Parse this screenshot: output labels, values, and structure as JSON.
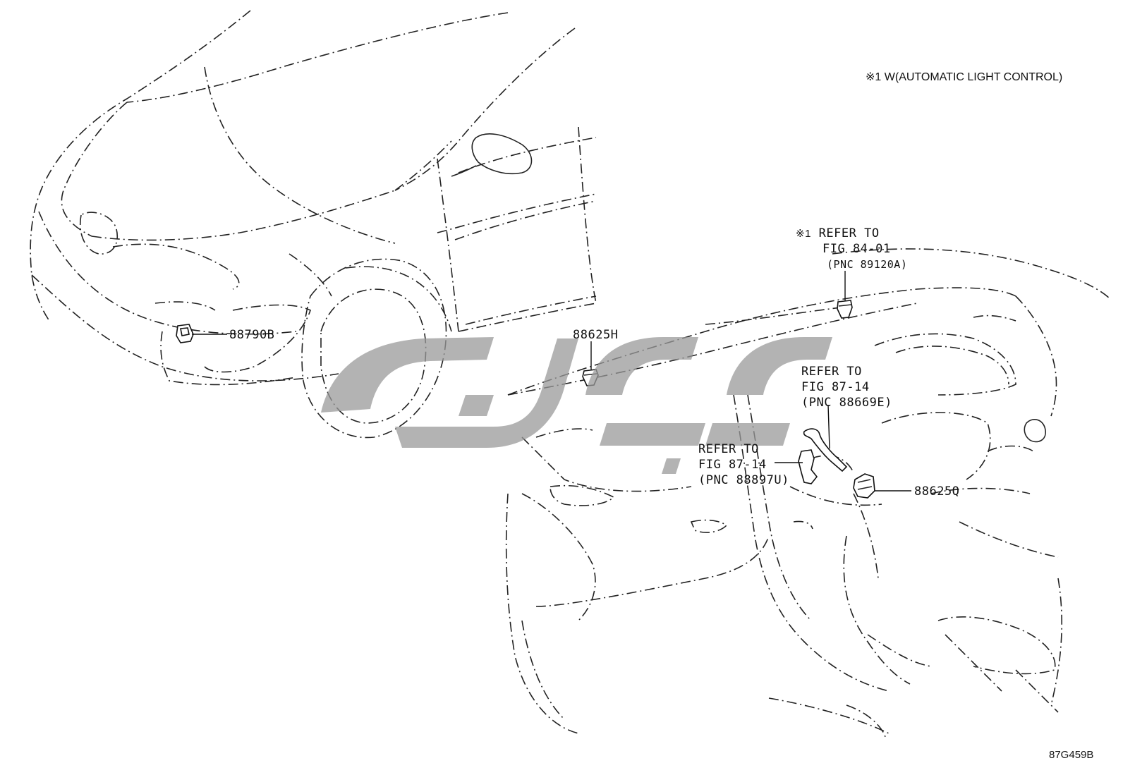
{
  "note": {
    "symbol": "※1",
    "text": "W(AUTOMATIC LIGHT CONTROL)"
  },
  "diagram_code": "87G459B",
  "callouts": {
    "part_88790b": "88790B",
    "part_88625h": "88625H",
    "part_88625q": "88625Q"
  },
  "references": {
    "ref_light_control": {
      "mark": "※1",
      "line1": "REFER TO",
      "line2": "FIG 84-01",
      "line3": "(PNC 89120A)"
    },
    "ref_88669e": {
      "line1": "REFER TO",
      "line2": "FIG 87-14",
      "line3": "(PNC 88669E)"
    },
    "ref_88897u": {
      "line1": "REFER TO",
      "line2": "FIG 87-14",
      "line3": "(PNC 88897U)"
    }
  }
}
